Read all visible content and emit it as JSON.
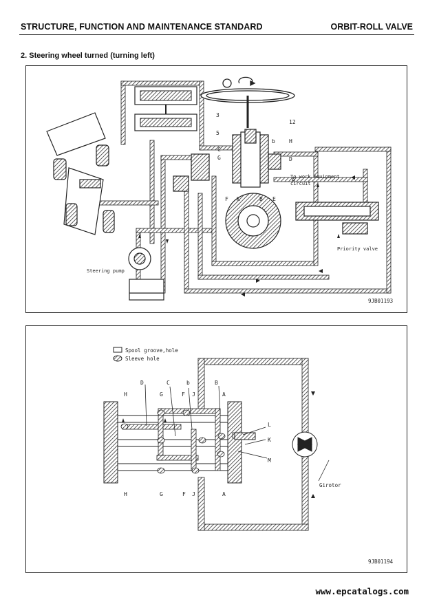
{
  "header": {
    "left_title": "STRUCTURE, FUNCTION AND MAINTENANCE STANDARD",
    "right_title": "ORBIT-ROLL VALVE"
  },
  "section": {
    "title": "2.   Steering wheel turned (turning left)"
  },
  "figure1": {
    "labels": {
      "n3": "3",
      "n12": "12",
      "n5": "5",
      "C": "C",
      "G": "G",
      "b": "b",
      "H": "H",
      "D": "D",
      "A": "A",
      "F": "F",
      "K": "K",
      "B": "B",
      "E": "E",
      "work_circuit_1": "To work equipment",
      "work_circuit_2": "circuit",
      "priority_valve": "Priority valve",
      "steering_pump": "Steering pump",
      "code": "9JB01193"
    }
  },
  "figure2": {
    "legend": {
      "spool": "Spool groove,hole",
      "sleeve": "Sleeve hole"
    },
    "labels": {
      "D": "D",
      "C": "C",
      "b": "b",
      "B": "B",
      "H_top": "H",
      "G_top": "G",
      "F_top": "F",
      "J_top": "J",
      "A_top": "A",
      "L": "L",
      "K": "K",
      "M": "M",
      "H_bot": "H",
      "G_bot": "G",
      "F_bot": "F",
      "J_bot": "J",
      "A_bot": "A",
      "girotor": "Girotor",
      "code": "9JB01194"
    }
  },
  "footer": {
    "url": "www.epcatalogs.com"
  }
}
